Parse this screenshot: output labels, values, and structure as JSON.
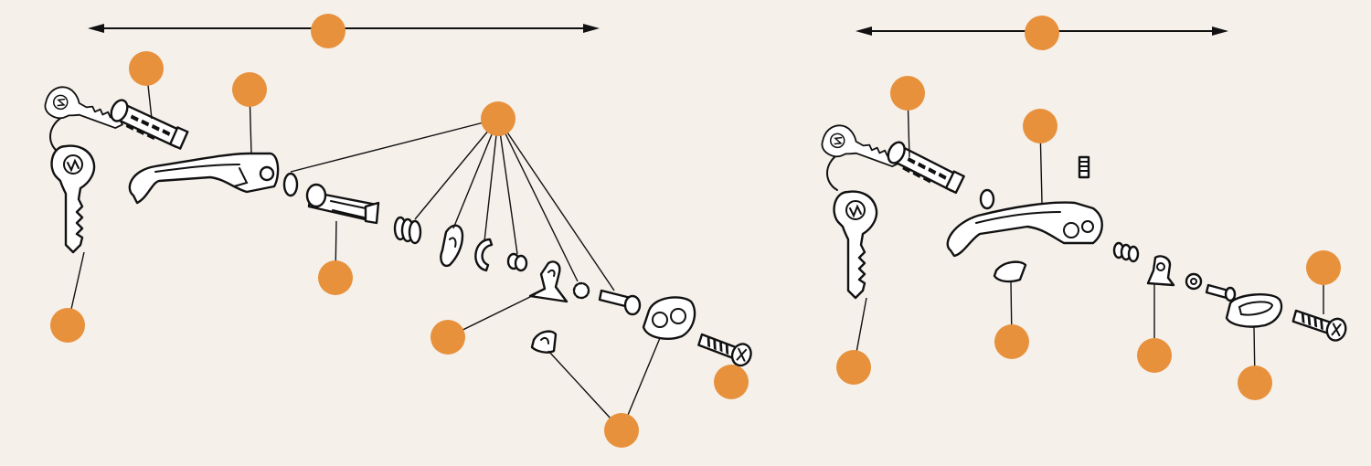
{
  "colors": {
    "background": "#f5f0ea",
    "callout": "#e8913c",
    "ink": "#111111"
  },
  "assemblies": [
    {
      "name": "left-handle-assembly",
      "parts": [
        "key",
        "lock-cylinder",
        "handle",
        "o-ring",
        "lock-barrel",
        "spring",
        "clip",
        "c-clip",
        "small-spring",
        "cam-lever",
        "star-washer",
        "screw",
        "trim-gasket",
        "grommet",
        "stud-bolt"
      ],
      "callout_count": 8
    },
    {
      "name": "right-handle-assembly",
      "parts": [
        "key",
        "lock-cylinder",
        "o-ring",
        "handle",
        "grub-screw",
        "gasket",
        "spring",
        "lever",
        "washer",
        "screw",
        "trim-gasket",
        "stud-bolt"
      ],
      "callout_count": 7
    }
  ]
}
